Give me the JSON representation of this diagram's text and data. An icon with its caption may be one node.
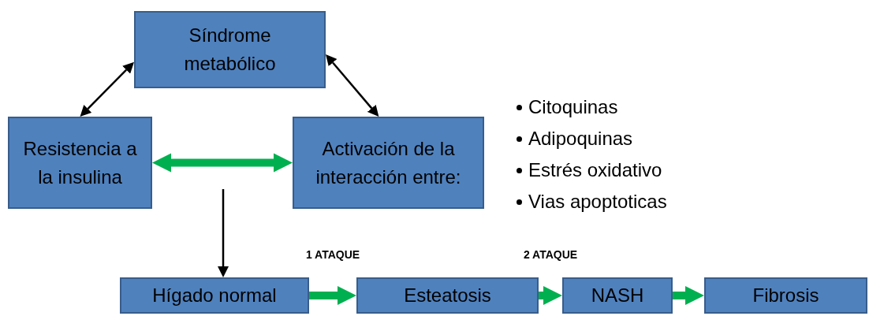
{
  "diagram": {
    "nodes": [
      {
        "text": [
          "Síndrome metabólico"
        ]
      },
      {
        "text": [
          "Resistencia a la insulina"
        ]
      },
      {
        "text": [
          "Activación de la interacción entre:"
        ],
        "beside": [
          "Citoquinas",
          "Adipoquinas",
          "Estrés oxidativo",
          "Vias apoptoticas"
        ]
      },
      {
        "text": [
          "Hígado normal"
        ]
      },
      {
        "text": [
          "Esteatosis"
        ]
      },
      {
        "text": [
          "NASH"
        ]
      },
      {
        "text": [
          "Fibrosis"
        ]
      }
    ],
    "edges": [
      {
        "from": 1,
        "to": 0,
        "arrow": "both",
        "color": "#000000"
      },
      {
        "from": 0,
        "to": 2,
        "arrow": "both",
        "color": "#000000"
      },
      {
        "from": 1,
        "to": 2,
        "arrow": "both"
      },
      {
        "from": null,
        "to": 3,
        "arrow": "to",
        "color": "#000000"
      },
      {
        "from": 3,
        "to": 4,
        "arrow": "to",
        "label": "1 ATAQUE"
      },
      {
        "from": 4,
        "to": 5,
        "arrow": "to",
        "label": "2 ATAQUE"
      },
      {
        "from": 5,
        "to": 6,
        "arrow": "to"
      }
    ]
  }
}
